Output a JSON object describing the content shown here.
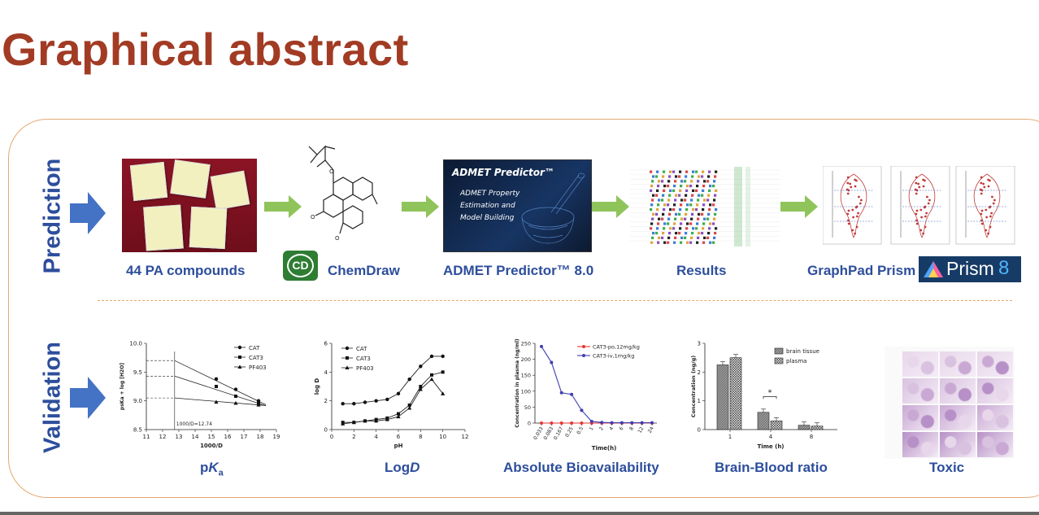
{
  "title": "Graphical abstract",
  "sections": {
    "prediction": "Prediction",
    "validation": "Validation"
  },
  "prediction_steps": [
    {
      "caption": "44 PA compounds"
    },
    {
      "caption": "ChemDraw",
      "logo": "CD"
    },
    {
      "caption": "ADMET Predictor™ 8.0",
      "screen_title": "ADMET Predictor™",
      "screen_lines": [
        "ADMET Property",
        "Estimation and",
        "Model Building"
      ]
    },
    {
      "caption": "Results"
    },
    {
      "caption": "GraphPad Prism",
      "logo_text": "Prism",
      "logo_num": "8"
    }
  ],
  "validation_panels": [
    {
      "caption_pre": "p",
      "caption_italic": "K",
      "caption_sub": "a"
    },
    {
      "caption_pre": "Log",
      "caption_italic": "D"
    },
    {
      "caption_pre": "Absolute Bioavailability"
    },
    {
      "caption_pre": "Brain-Blood ratio"
    },
    {
      "caption_pre": "Toxic"
    }
  ],
  "colors": {
    "title": "#a23b24",
    "section_label": "#2d4e9c",
    "frame": "#e3a870",
    "arrow_blue": "#4472c4",
    "arrow_green": "#8fc45a"
  },
  "chart_data": [
    {
      "type": "line",
      "xlabel": "1000/D",
      "ylabel": "psKa + log [H2O]",
      "xlim": [
        11,
        19
      ],
      "ylim": [
        8.5,
        10.0
      ],
      "xticks": [
        "11",
        "12",
        "13",
        "14",
        "15",
        "16",
        "17",
        "18",
        "19"
      ],
      "yticks": [
        "8.5",
        "9.0",
        "9.5",
        "10.0"
      ],
      "annotation": "1000/D=12.74",
      "series": [
        {
          "name": "CAT",
          "x": [
            15.3,
            16.5,
            17.9
          ],
          "y": [
            9.38,
            9.2,
            9.0
          ]
        },
        {
          "name": "CAT3",
          "x": [
            15.3,
            16.5,
            17.9
          ],
          "y": [
            9.25,
            9.08,
            8.96
          ]
        },
        {
          "name": "PF403",
          "x": [
            15.3,
            16.5,
            17.9
          ],
          "y": [
            8.98,
            8.96,
            8.93
          ]
        }
      ],
      "ref_lines_y": [
        9.7,
        9.43,
        9.05
      ]
    },
    {
      "type": "line",
      "xlabel": "pH",
      "ylabel": "log D",
      "xlim": [
        0,
        12
      ],
      "ylim": [
        0,
        6
      ],
      "xticks": [
        "0",
        "2",
        "4",
        "6",
        "8",
        "10",
        "12"
      ],
      "yticks": [
        "0",
        "2",
        "4",
        "6"
      ],
      "series": [
        {
          "name": "CAT",
          "x": [
            1,
            2,
            3,
            4,
            5,
            6,
            7,
            8,
            9,
            10
          ],
          "y": [
            1.8,
            1.8,
            1.9,
            2.0,
            2.1,
            2.5,
            3.5,
            4.4,
            5.1,
            5.1
          ]
        },
        {
          "name": "CAT3",
          "x": [
            1,
            2,
            3,
            4,
            5,
            6,
            7,
            8,
            9,
            10
          ],
          "y": [
            0.5,
            0.5,
            0.6,
            0.7,
            0.8,
            1.1,
            1.7,
            3.0,
            3.8,
            4.0
          ]
        },
        {
          "name": "PF403",
          "x": [
            1,
            2,
            3,
            4,
            5,
            6,
            7,
            8,
            9,
            10
          ],
          "y": [
            0.4,
            0.5,
            0.6,
            0.6,
            0.7,
            0.9,
            1.5,
            2.8,
            3.5,
            2.5
          ]
        }
      ]
    },
    {
      "type": "line",
      "xlabel": "Time(h)",
      "ylabel": "Concentration in plasma (ng/ml)",
      "ylim": [
        0,
        250
      ],
      "xticks": [
        "0.033",
        "0.083",
        "0.167",
        "0.25",
        "0.5",
        "1",
        "2",
        "4",
        "6",
        "8",
        "12",
        "24"
      ],
      "yticks": [
        "0",
        "50",
        "100",
        "150",
        "200",
        "250"
      ],
      "series": [
        {
          "name": "CAT3-po,12mg/kg",
          "y": [
            0,
            0,
            0,
            0,
            0,
            0,
            0,
            0,
            0,
            0,
            0,
            0
          ]
        },
        {
          "name": "CAT3-iv,1mg/kg",
          "y": [
            240,
            190,
            95,
            90,
            40,
            5,
            2,
            1,
            1,
            1,
            1,
            1
          ]
        }
      ]
    },
    {
      "type": "bar",
      "xlabel": "Time (h)",
      "ylabel": "Concentration (ng/g)",
      "ylim": [
        0,
        3
      ],
      "categories": [
        "1",
        "4",
        "8"
      ],
      "yticks": [
        "0",
        "1",
        "2",
        "3"
      ],
      "annotation": "*",
      "series": [
        {
          "name": "brain tissue",
          "values": [
            2.25,
            0.6,
            0.15
          ]
        },
        {
          "name": "plasma",
          "values": [
            2.5,
            0.3,
            0.12
          ]
        }
      ]
    }
  ]
}
